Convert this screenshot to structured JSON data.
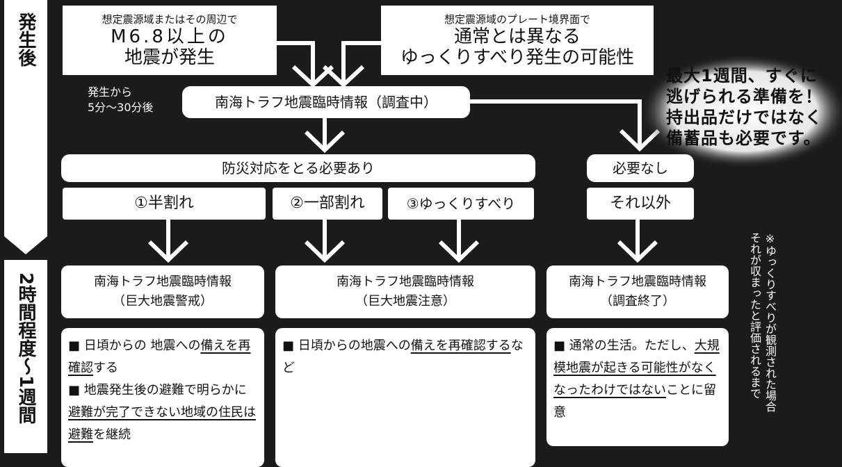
{
  "side": {
    "after_occurrence": "発生後",
    "period": "2時間程度〜1週間"
  },
  "triggers": {
    "left_line1": "想定震源域またはその周辺で",
    "left_line2": "M6.8以上の",
    "left_line3": "地震が発生",
    "right_line1": "想定震源域のプレート境界面で",
    "right_line2": "通常とは異なる",
    "right_line3": "ゆっくりすべり発生の可能性"
  },
  "timing": {
    "line1": "発生から",
    "line2": "5分〜30分後"
  },
  "investigating_box": "南海トラフ地震臨時情報（調査中）",
  "callout": {
    "line1": "最大1週間、すぐに",
    "line2": "逃げられる準備を！",
    "line3": "持出品だけではなく",
    "line4": "備蓄品も必要です。"
  },
  "needed_bar": "防災対応をとる必要あり",
  "not_needed_bar": "必要なし",
  "cases": {
    "c1": "①半割れ",
    "c2": "②一部割れ",
    "c3": "③ゆっくりすべり",
    "c4": "それ以外"
  },
  "info_boxes": {
    "b1_line1": "南海トラフ地震臨時情報",
    "b1_line2": "（巨大地震警戒）",
    "b2_line1": "南海トラフ地震臨時情報",
    "b2_line2": "（巨大地震注意）",
    "b3_line1": "南海トラフ地震臨時情報",
    "b3_line2": "（調査終了）"
  },
  "actions": {
    "a1_i1_pre": "日頃からの 地震への",
    "a1_i1_u": "備えを再確認",
    "a1_i1_post": "する",
    "a1_i2_pre": "地震発生後の避難で明らかに",
    "a1_i2_u": "避難が完了できない地域の住民は避難",
    "a1_i2_post": "を継続",
    "a2_i1_pre": "日頃からの地震への",
    "a2_i1_u": "備えを再確認する",
    "a2_i1_post": "など",
    "a3_i1_pre": "通常の生活。ただし、",
    "a3_i1_u": "大規模地震が起きる可能性がなくなったわけではない",
    "a3_i1_post": "ことに留意"
  },
  "footnote": {
    "line1": "※ゆっくりすべりが観測された場合",
    "line2": "それが収まったと評価されるまで"
  }
}
